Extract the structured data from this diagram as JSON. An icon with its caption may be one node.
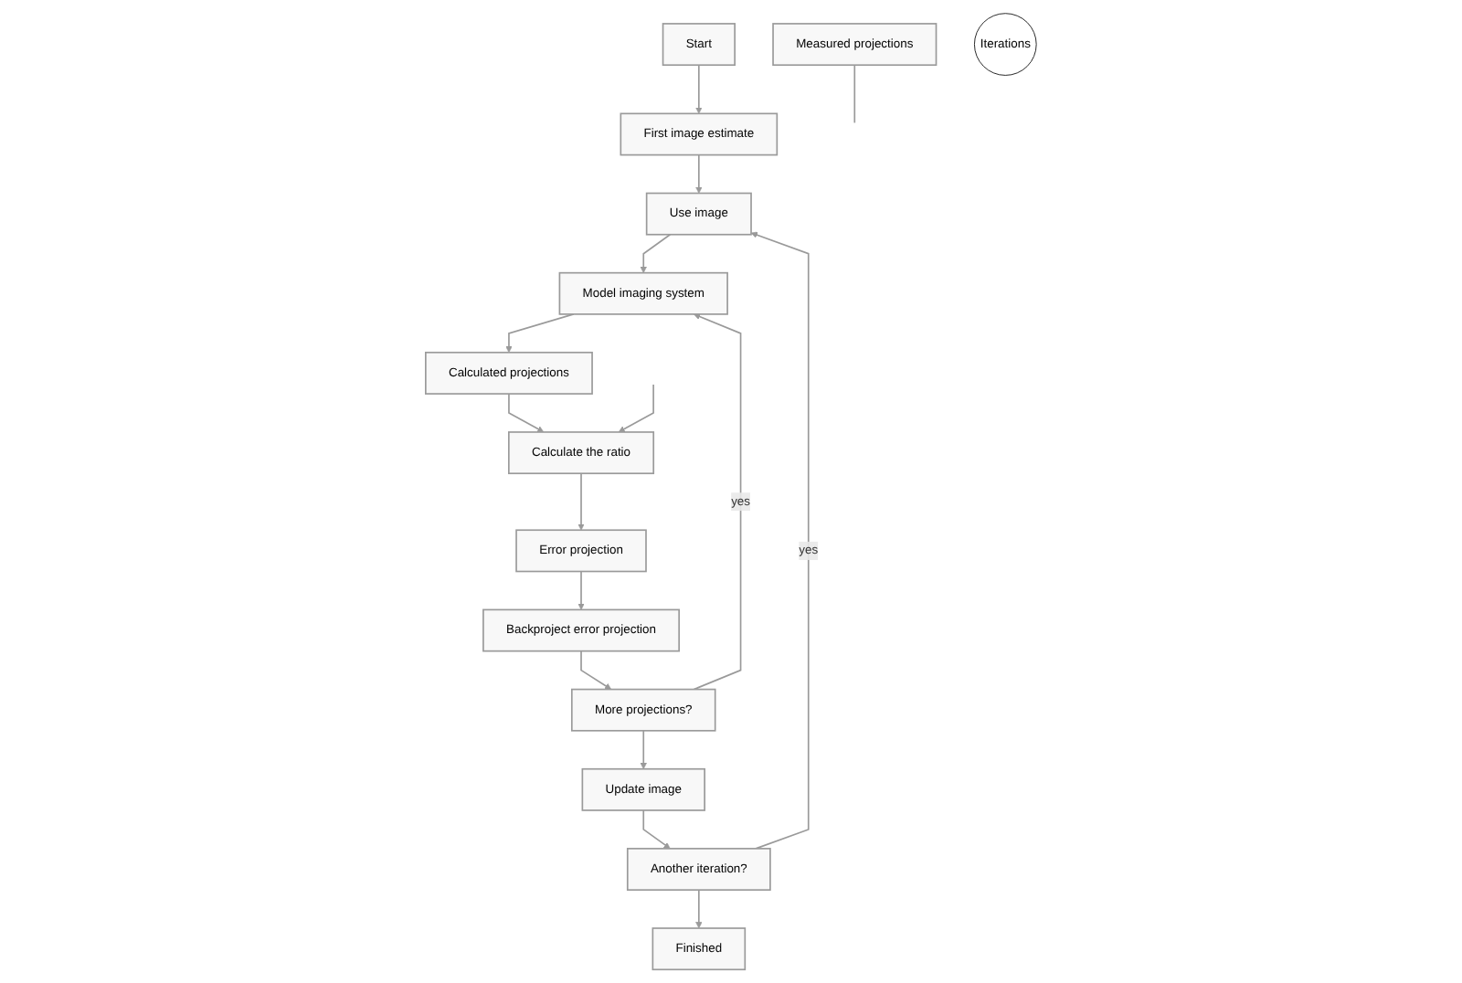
{
  "diagram": {
    "nodes": [
      {
        "text": [
          "Start"
        ]
      },
      {
        "text": [
          "First image estimate"
        ]
      },
      {
        "text": [
          "Measured projections"
        ]
      },
      {
        "text": [
          "Use image"
        ]
      },
      {
        "text": [
          "Model imaging system"
        ]
      },
      {
        "text": [
          "Calculated projections"
        ]
      },
      {
        "text": [
          "Another iteration?"
        ]
      },
      {
        "text": [
          "Finished"
        ]
      },
      {
        "text": [
          "Iterations"
        ]
      },
      {
        "text": [
          "Calculate the ratio"
        ]
      },
      {
        "text": [
          "Update image"
        ]
      },
      {
        "text": [
          "More projections?"
        ]
      },
      {
        "text": [
          "Backproject error projection"
        ]
      },
      {
        "text": [
          "Error projection"
        ]
      }
    ],
    "edges": [
      {
        "from": 0,
        "to": 1,
        "arrow": "to"
      },
      {
        "from": 1,
        "to": 3,
        "arrow": "to"
      },
      {
        "from": 3,
        "to": 4,
        "arrow": "to"
      },
      {
        "from": 4,
        "to": 5,
        "arrow": "to"
      },
      {
        "from": 5,
        "to": 9,
        "arrow": "to"
      },
      {
        "from": 2,
        "to": null,
        "arrow": "none"
      },
      {
        "from": null,
        "to": 9,
        "arrow": "to"
      },
      {
        "from": 9,
        "to": 13,
        "arrow": "to"
      },
      {
        "from": 13,
        "to": 12,
        "arrow": "to"
      },
      {
        "from": 12,
        "to": 11,
        "arrow": "to"
      },
      {
        "from": 11,
        "to": 4,
        "label": "yes",
        "arrow": "to"
      },
      {
        "from": 11,
        "to": 10,
        "arrow": "to"
      },
      {
        "from": 10,
        "to": 6,
        "arrow": "to"
      },
      {
        "from": 6,
        "to": 3,
        "label": "yes",
        "arrow": "to"
      },
      {
        "from": 6,
        "to": 7,
        "arrow": "to"
      }
    ]
  }
}
